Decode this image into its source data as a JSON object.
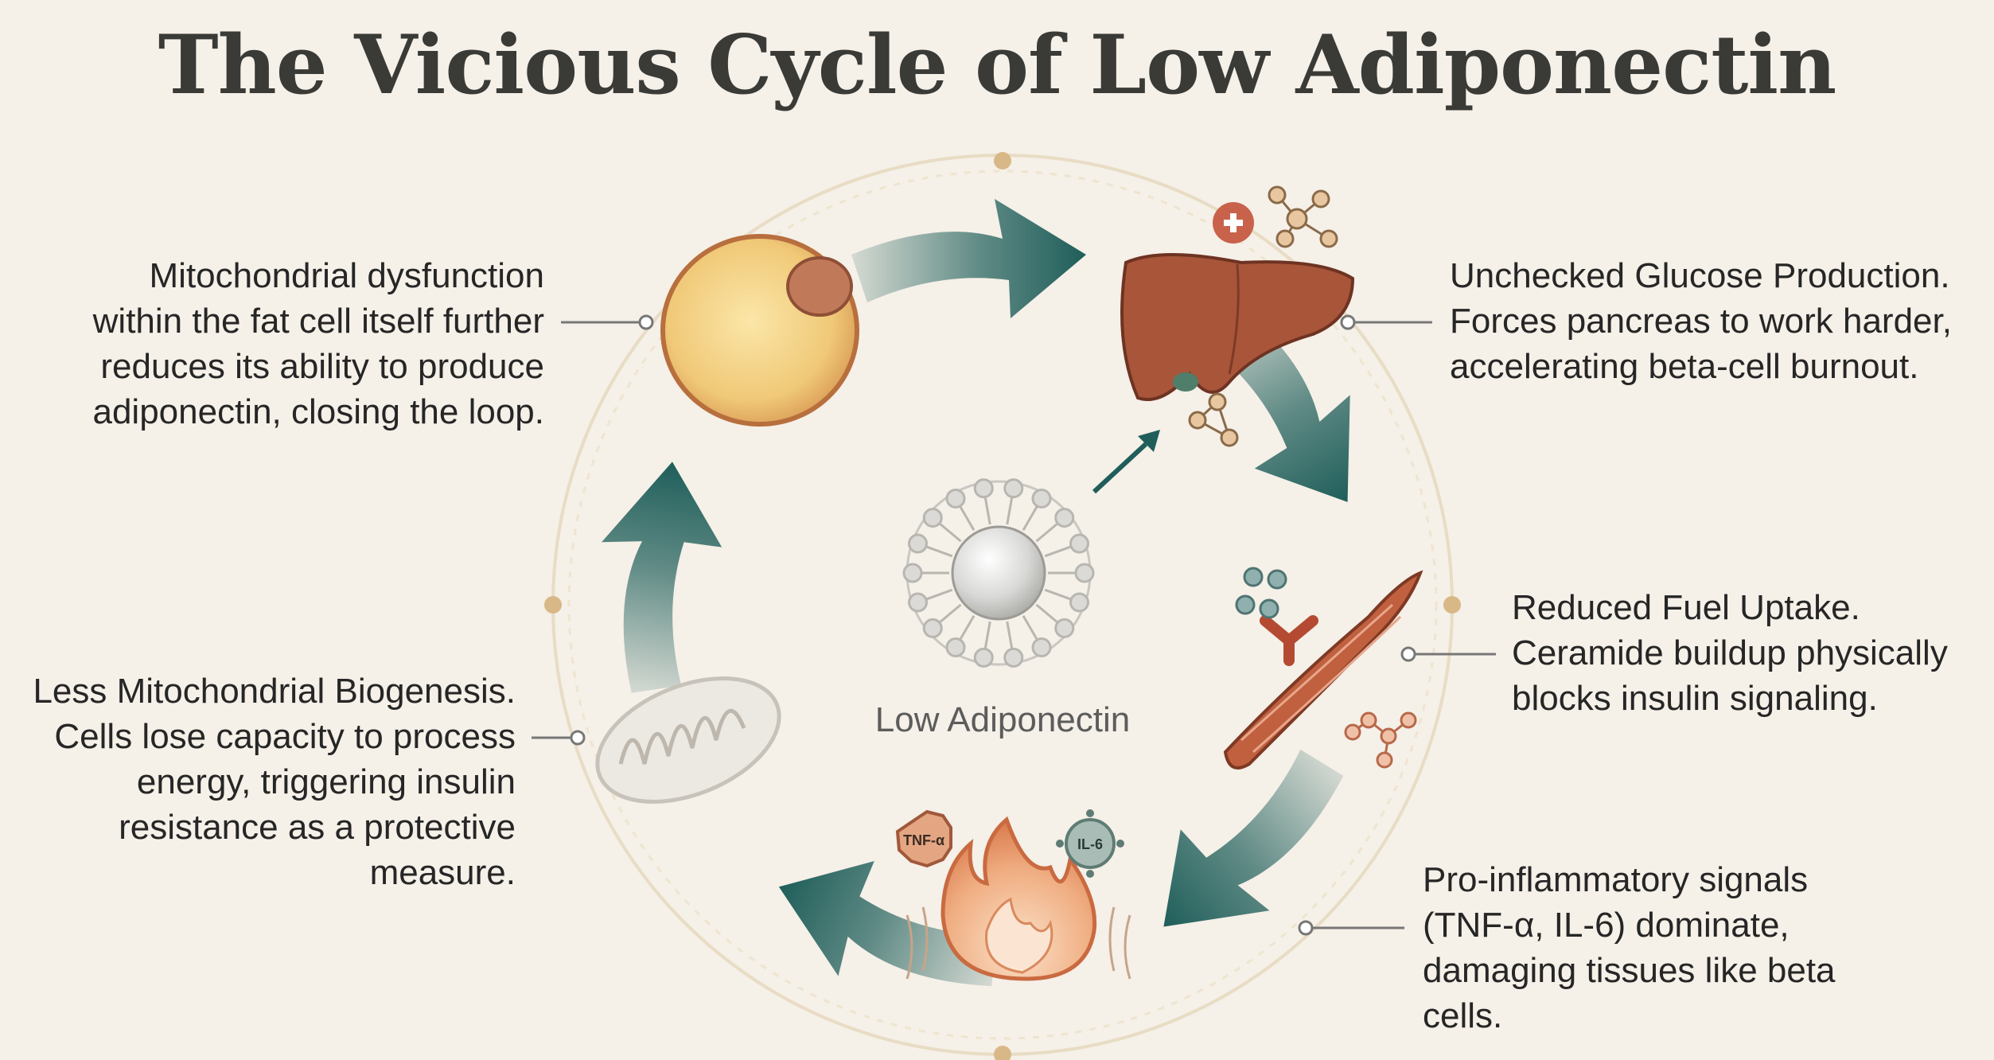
{
  "title": "The Vicious Cycle of Low Adiponectin",
  "center": {
    "label": "Low Adiponectin"
  },
  "callouts": {
    "fat_cell": {
      "lines": [
        "Mitochondrial dysfunction",
        "within the fat cell itself further",
        "reduces its ability to produce",
        "adiponectin, closing the loop."
      ]
    },
    "liver": {
      "lines": [
        "Unchecked Glucose Production.",
        "Forces pancreas to work harder,",
        "accelerating beta-cell burnout."
      ]
    },
    "muscle": {
      "lines": [
        "Reduced Fuel Uptake.",
        "Ceramide buildup physically",
        "blocks insulin signaling."
      ]
    },
    "inflammation": {
      "lines": [
        "Pro-inflammatory signals",
        "(TNF-α, IL-6) dominate,",
        "damaging tissues like beta",
        "cells."
      ]
    },
    "mitochondria": {
      "lines": [
        "Less Mitochondrial Biogenesis.",
        "Cells lose capacity to process",
        "energy, triggering insulin",
        "resistance as a protective",
        "measure."
      ]
    }
  },
  "badges": {
    "tnf": "TNF-α",
    "il6": "IL-6"
  },
  "colors": {
    "background": "#f5f0e8",
    "arrow": "#1f5e5a",
    "ring": "#e6d6b8",
    "accent_dot": "#d9b887",
    "liver": "#a8553a",
    "fat_cell": "#f0cf80",
    "muscle": "#c0603f",
    "flame": "#e8a070"
  }
}
